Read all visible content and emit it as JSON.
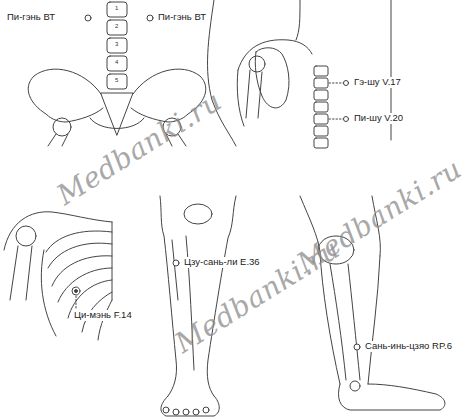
{
  "diagram": {
    "labels": [
      "Пи-гэнь ВТ",
      "Пи-гэнь ВТ",
      "1",
      "2",
      "3",
      "4",
      "5",
      "Гэ-шу V.17",
      "Пи-шу V.20",
      "Ци-мэнь F.14",
      "Цзу-сань-ли E.36",
      "Сань-инь-цзяо RP.6",
      "Medbanki.ru",
      "Medbanki.ru",
      "Medbanki.ru"
    ]
  }
}
